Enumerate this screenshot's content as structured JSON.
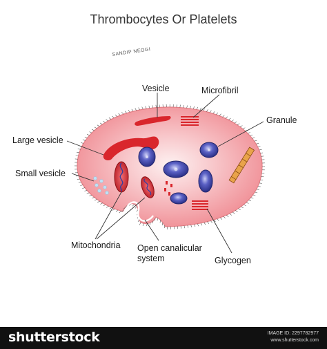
{
  "diagram": {
    "title": "Thrombocytes Or Platelets",
    "credit": "SANDIP NEOGI",
    "labels": {
      "vesicle": "Vesicle",
      "microfibril": "Microfibril",
      "granule": "Granule",
      "large_vesicle": "Large vesicle",
      "small_vesicle": "Small vesicle",
      "mitochondria": "Mitochondria",
      "open_canalicular_line1": "Open canalicular",
      "open_canalicular_line2": "system",
      "glycogen": "Glycogen"
    },
    "colors": {
      "cell_fill": "#f4a6aa",
      "cell_center": "#fbe6e6",
      "vesicle_red": "#d9262c",
      "granule_blue": "#3a3f9e",
      "granule_light": "#9aa0e0",
      "small_vesicle": "#bfe2f5"
    }
  },
  "footer": {
    "brand": "shutterstock",
    "image_id_line1": "IMAGE ID: 2297782977",
    "image_id_line2": "www.shutterstock.com"
  }
}
